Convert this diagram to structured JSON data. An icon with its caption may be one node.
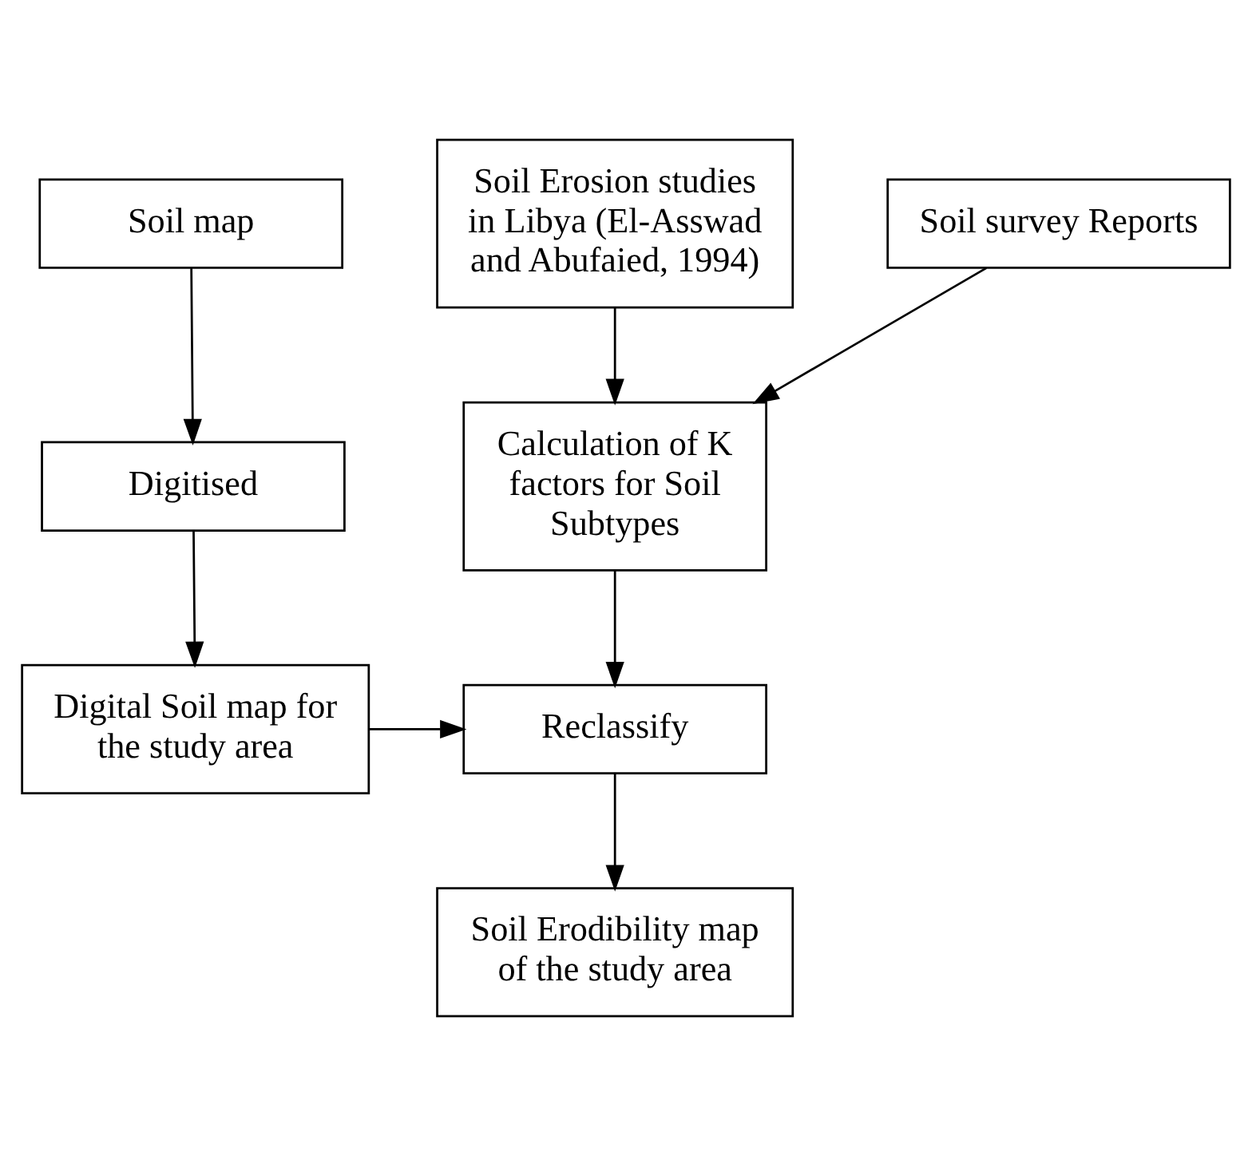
{
  "diagram": {
    "nodes": [
      {
        "text": [
          "Soil map"
        ]
      },
      {
        "text": [
          "Soil Erosion studies in Libya (El-Asswad and Abufaied, 1994)"
        ]
      },
      {
        "text": [
          "Soil survey Reports"
        ]
      },
      {
        "text": [
          "Digitised"
        ]
      },
      {
        "text": [
          "Calculation of K factors for Soil Subtypes"
        ]
      },
      {
        "text": [
          "Digital Soil map for the study area"
        ]
      },
      {
        "text": [
          "Reclassify"
        ]
      },
      {
        "text": [
          "Soil Erodibility map of the study area"
        ]
      }
    ],
    "edges": [
      {
        "from": 0,
        "to": 3,
        "arrow": "to"
      },
      {
        "from": 1,
        "to": 4,
        "arrow": "to"
      },
      {
        "from": 2,
        "to": 4,
        "arrow": "to"
      },
      {
        "from": 3,
        "to": 5,
        "arrow": "to"
      },
      {
        "from": 4,
        "to": 6,
        "arrow": "to"
      },
      {
        "from": 5,
        "to": 6,
        "arrow": "to"
      },
      {
        "from": 6,
        "to": 7,
        "arrow": "to"
      }
    ]
  }
}
